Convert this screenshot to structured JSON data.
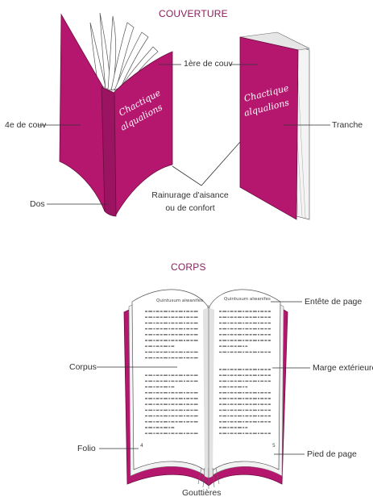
{
  "sections": {
    "cover_title": "COUVERTURE",
    "body_title": "CORPS"
  },
  "cover": {
    "book_title_line1": "Chactique",
    "book_title_line2": "alqualions",
    "labels": {
      "front_cover": "1ère de couv",
      "back_cover": "4e de couv",
      "edge": "Tranche",
      "spine": "Dos",
      "hinge_line1": "Rainurage d'aisance",
      "hinge_line2": "ou de confort"
    }
  },
  "body": {
    "running_head": "Quintusum alwanifes",
    "folio_left": "4",
    "folio_right": "5",
    "labels": {
      "header": "Entête de page",
      "outer_margin": "Marge extérieure",
      "text_block": "Corpus",
      "folio": "Folio",
      "footer": "Pied de page",
      "gutters": "Gouttières"
    }
  },
  "colors": {
    "magenta": "#b5176f",
    "magenta_dark": "#7d0f4c",
    "title": "#8a1f5c",
    "line": "#333333"
  }
}
